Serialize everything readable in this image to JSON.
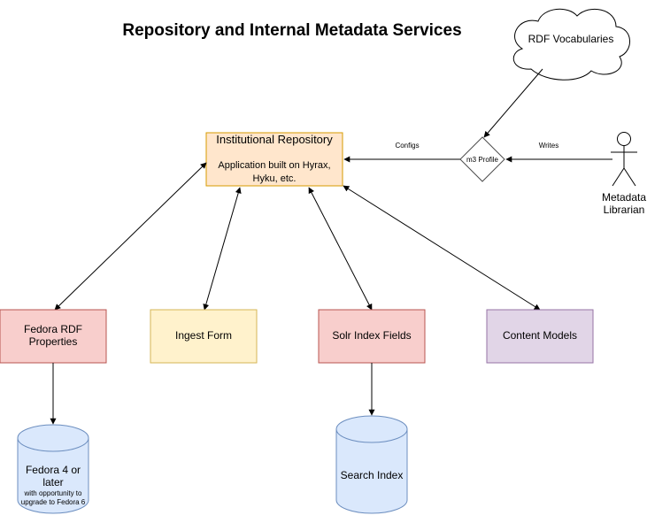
{
  "title": "Repository and Internal Metadata Services",
  "cloud_label": "RDF Vocabularies",
  "repository": {
    "title": "Institutional Repository",
    "line1": "Application built on Hyrax,",
    "line2": "Hyku, etc."
  },
  "profile_label": "m3 Profile",
  "edge_labels": {
    "configs": "Configs",
    "writes": "Writes"
  },
  "actor": {
    "line1": "Metadata",
    "line2": "Librarian"
  },
  "boxes": {
    "fedora_rdf": {
      "line1": "Fedora RDF",
      "line2": "Properties"
    },
    "ingest_form": "Ingest Form",
    "solr_fields": "Solr Index Fields",
    "content_models": "Content Models"
  },
  "fedora_db": {
    "line1": "Fedora 4 or",
    "line2": "later",
    "note1": "with opportunity to",
    "note2": "upgrade to Fedora 6"
  },
  "search_db": "Search Index",
  "colors": {
    "orange_fill": "#ffe6cc",
    "orange_stroke": "#d79b00",
    "red_fill": "#f8cecc",
    "red_stroke": "#b85450",
    "yellow_fill": "#fff2cc",
    "yellow_stroke": "#d6b656",
    "purple_fill": "#e1d5e7",
    "purple_stroke": "#9673a6",
    "blue_fill": "#dae8fc",
    "blue_stroke": "#6c8ebf"
  }
}
